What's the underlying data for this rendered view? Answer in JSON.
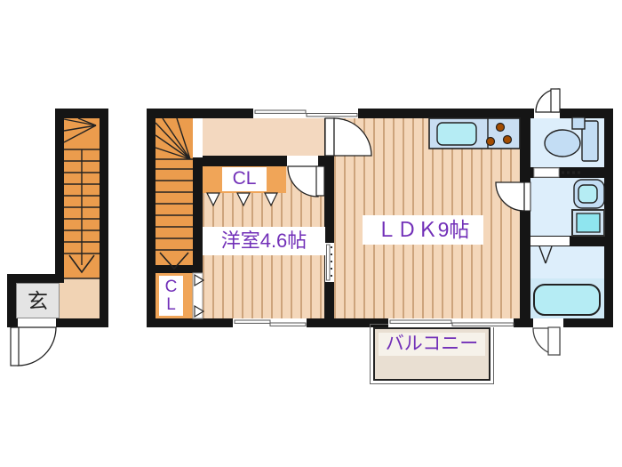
{
  "labels": {
    "entrance": "玄",
    "closet_upper": "CL",
    "western_room": "洋室4.6帖",
    "ldk": "ＬＤＫ9帖",
    "closet_lower_l1": "C",
    "closet_lower_l2": "L",
    "balcony": "バルコニー"
  },
  "colors": {
    "wall": "#151515",
    "stair_orange": "#eb9c4d",
    "hall_floor": "#f3d8bf",
    "flooring_base": "#f4d7ba",
    "flooring_stripe": "#cda47c",
    "closet_orange": "#f0a558",
    "entrance_gray": "#e4e4e4",
    "sanitary_floor": "#ddeefb",
    "fixture_blue": "#c3ddf4",
    "water_cyan": "#b5ecf4",
    "label_purple": "#7230b8",
    "balcony_floor": "#e9dfd2",
    "burner_brown": "#a34c00"
  },
  "fixtures": {
    "toilet": "toilet",
    "washbasin": "washbasin",
    "washing_machine_pan": "washing-machine-pan",
    "bathtub": "bathtub",
    "kitchen_sink": "kitchen-sink",
    "stove_burners": "stove-burners"
  }
}
